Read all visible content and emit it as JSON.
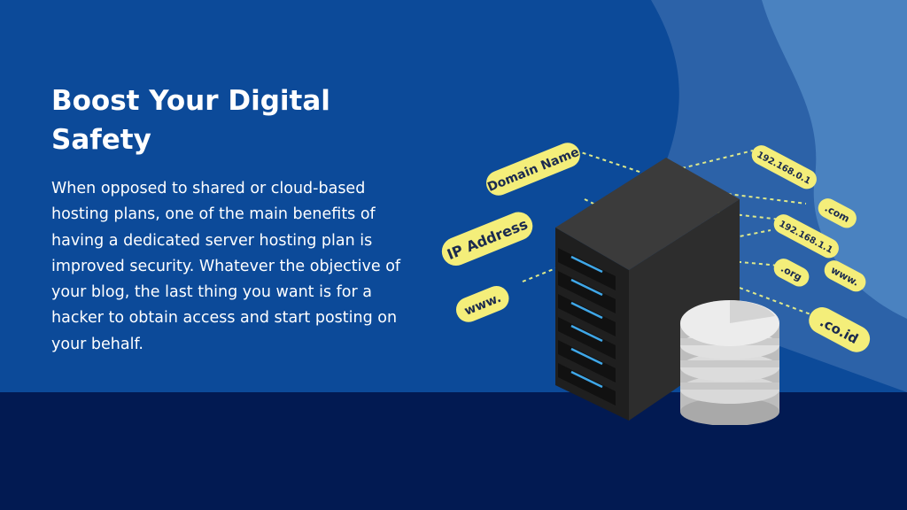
{
  "slide": {
    "title": "Boost Your Digital Safety",
    "body": "When opposed to shared or cloud-based hosting plans, one of the main benefits of having a dedicated server hosting plan is improved security. Whatever the objective of your blog, the last thing you want is for a hacker to obtain access and start posting on your behalf."
  },
  "illustration": {
    "labels": {
      "domain_name": "Domain Name",
      "ip_address": "IP Address",
      "www_left": "www.",
      "ip_1": "192.168.0.1",
      "com": ".com",
      "ip_2": "192.168.1.1",
      "org": ".org",
      "www_right": "www.",
      "co_id": ".co.id"
    }
  },
  "colors": {
    "background_top": "#0c4a99",
    "background_bottom": "#021a52",
    "wave_light": "#3a72b5",
    "label_fill": "#f4ee7a",
    "server_body": "#2a2a2a",
    "server_led": "#3fa7e8"
  }
}
